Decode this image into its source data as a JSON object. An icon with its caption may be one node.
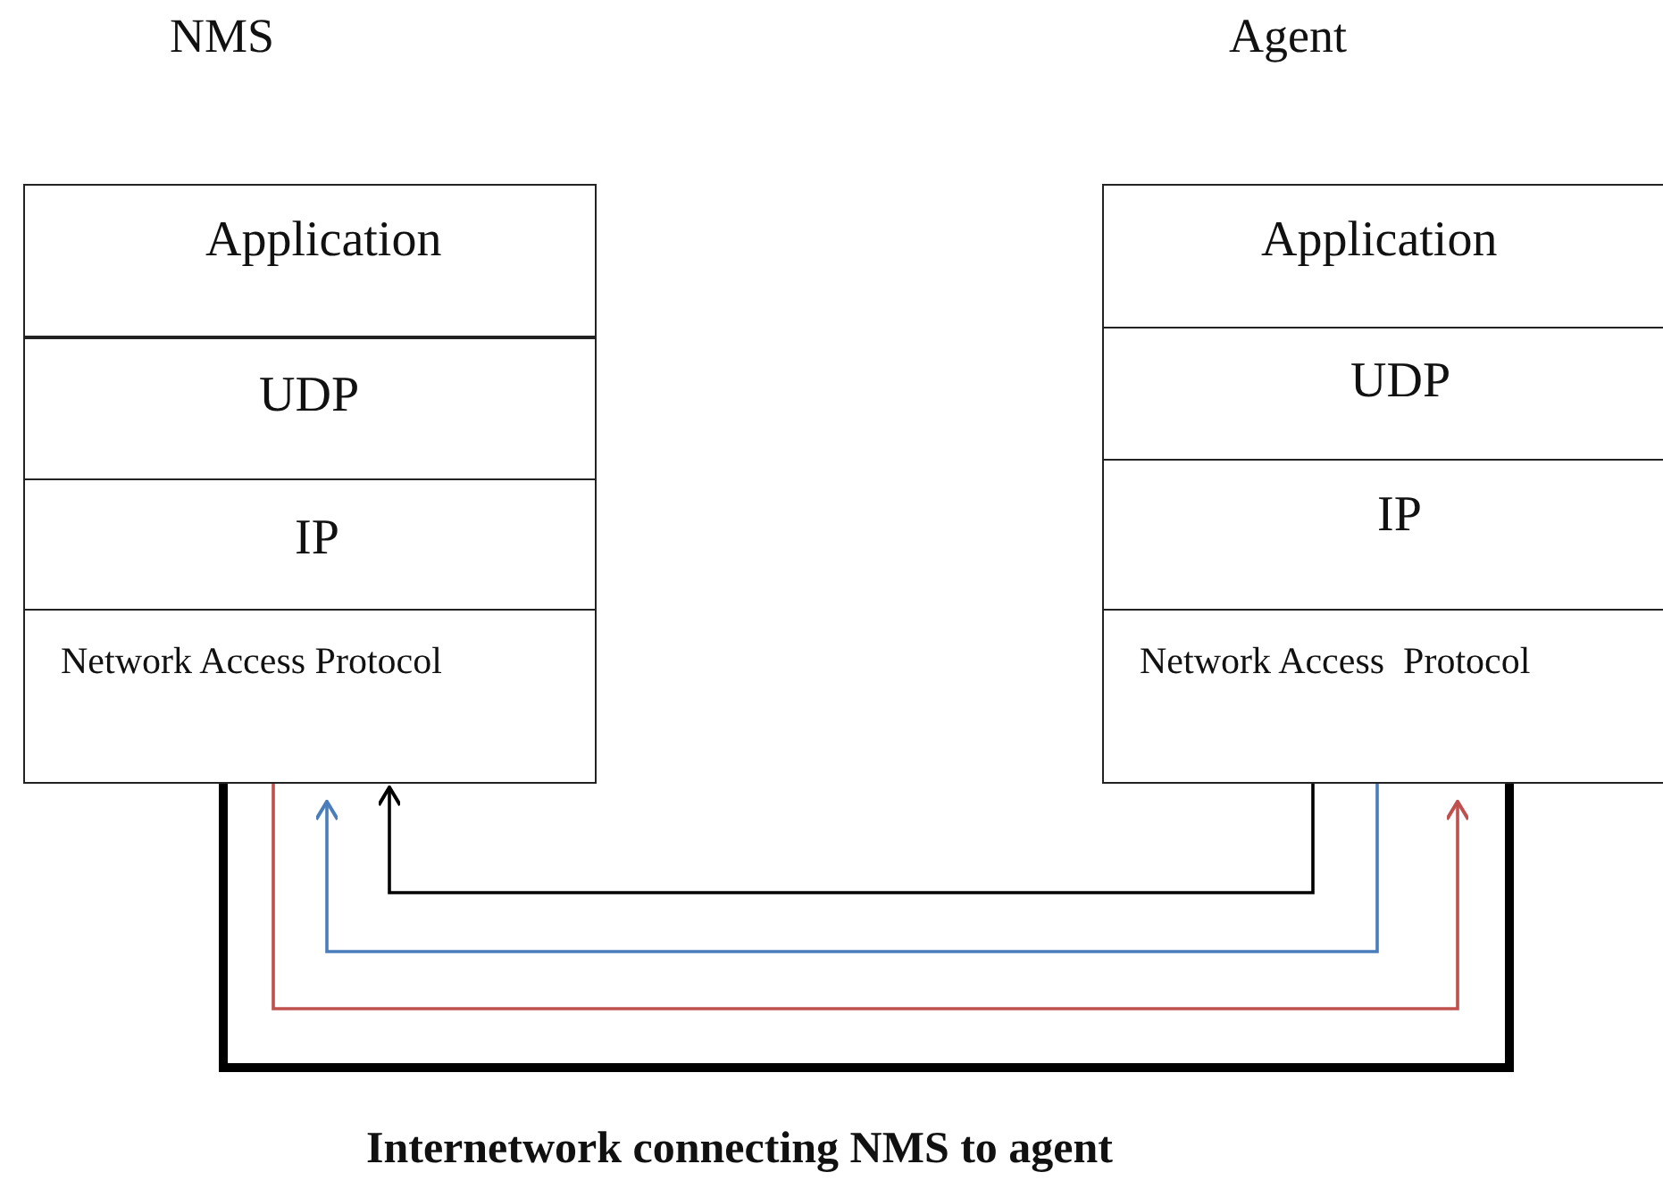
{
  "diagram": {
    "nodes": [
      {
        "text": [
          "Application"
        ]
      },
      {
        "text": [
          "UDP"
        ]
      },
      {
        "text": [
          "IP"
        ]
      },
      {
        "text": [
          "Network Access Protocol"
        ]
      },
      {
        "text": [
          "Application"
        ]
      },
      {
        "text": [
          "UDP"
        ]
      },
      {
        "text": [
          "IP"
        ]
      },
      {
        "text": [
          "Network Access  Protocol"
        ]
      }
    ],
    "edges": [
      {
        "from": 7,
        "to": 3,
        "arrow": "to"
      },
      {
        "from": 7,
        "to": 3,
        "arrow": "to",
        "color": "#4a7ebb"
      },
      {
        "from": 3,
        "to": 7,
        "arrow": "to",
        "color": "#c0504d"
      },
      {
        "from": 3,
        "to": 7,
        "arrow": "none",
        "style": "thick",
        "label": "Internetwork connecting NMS to agent"
      }
    ],
    "labels": [
      "NMS",
      "Agent"
    ]
  }
}
